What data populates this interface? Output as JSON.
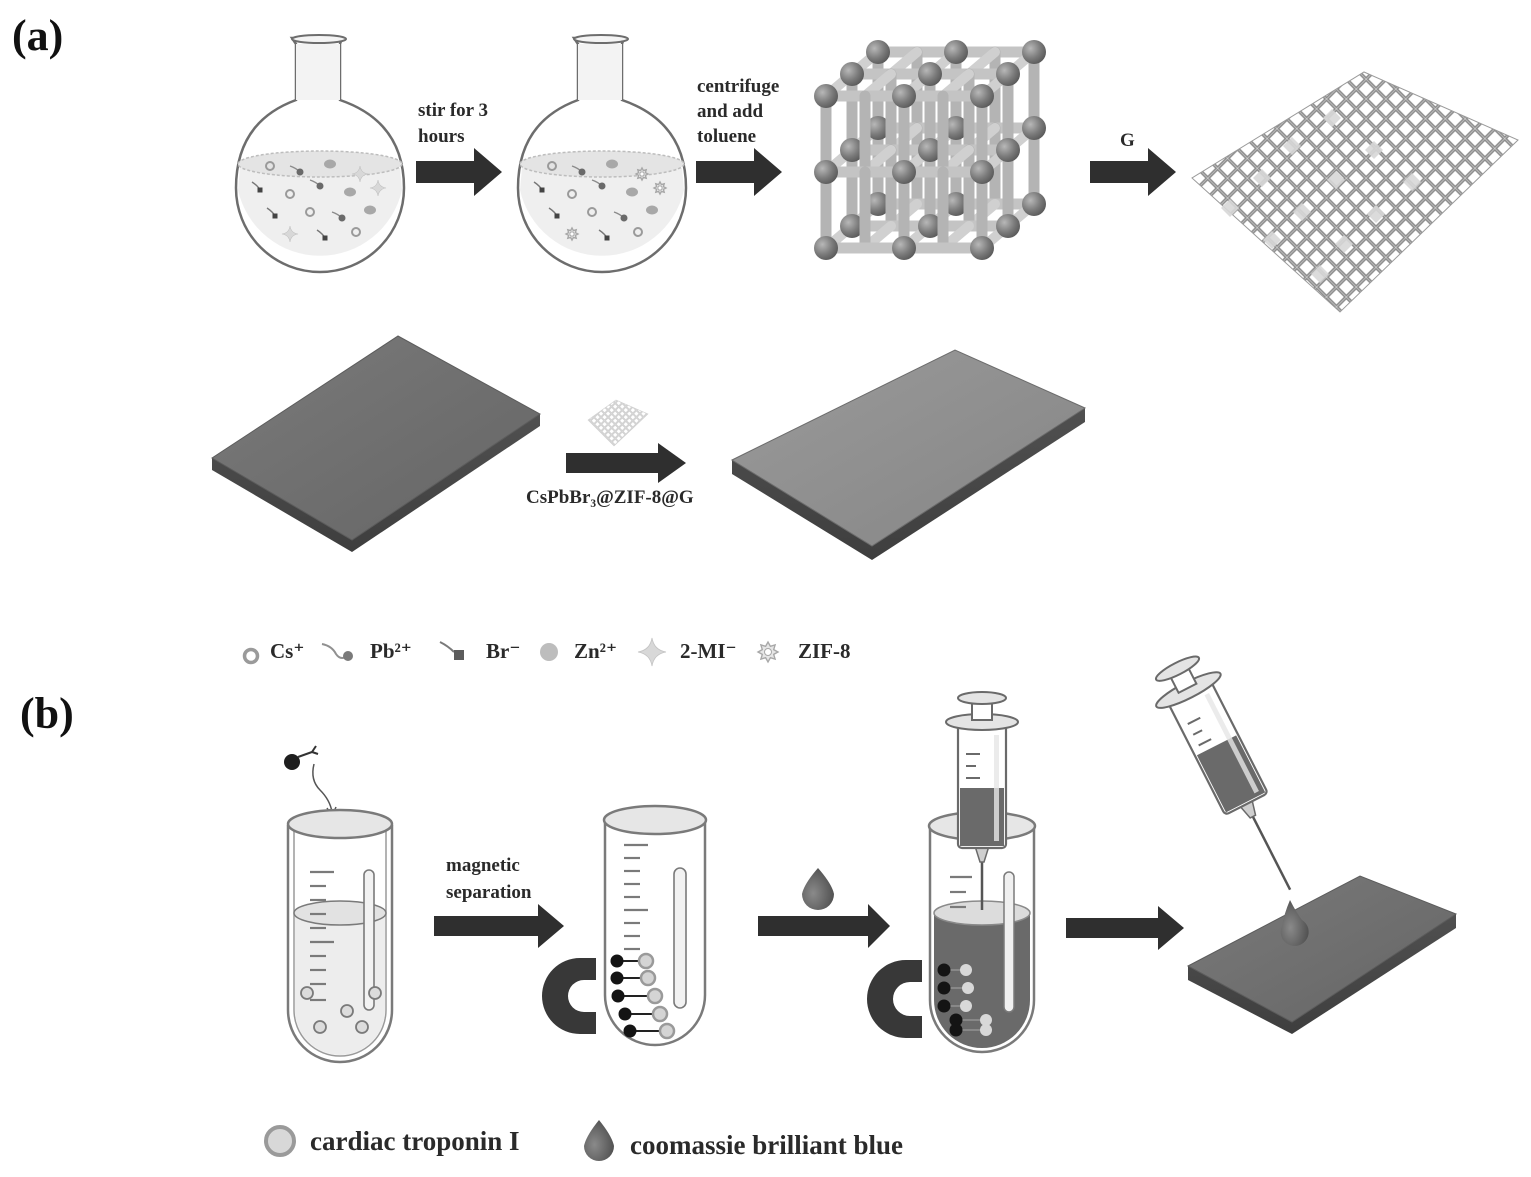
{
  "figure": {
    "panel_a": {
      "label": "(a)",
      "steps": {
        "stir": [
          "stir for 3",
          "hours"
        ],
        "centrifuge": [
          "centrifuge",
          "and add",
          "toluene"
        ],
        "graphene": "G",
        "deposit": "CsPbBr₃@ZIF-8@G"
      },
      "legend": [
        {
          "icon": "cs-ion-ring-icon",
          "label": "Cs⁺"
        },
        {
          "icon": "pb-ion-tail-icon",
          "label": "Pb²⁺"
        },
        {
          "icon": "br-ion-square-icon",
          "label": "Br⁻"
        },
        {
          "icon": "zn-ion-dot-icon",
          "label": "Zn²⁺"
        },
        {
          "icon": "2mi-star-icon",
          "label": "2-MI⁻"
        },
        {
          "icon": "zif8-gear-icon",
          "label": "ZIF-8"
        }
      ]
    },
    "panel_b": {
      "label": "(b)",
      "steps": {
        "magnetic": [
          "magnetic",
          "separation"
        ]
      },
      "legend": [
        {
          "icon": "troponin-ring-icon",
          "label": "cardiac troponin I"
        },
        {
          "icon": "dye-drop-icon",
          "label": "coomassie brilliant blue"
        }
      ]
    },
    "colors": {
      "arrow": "#2f2f2f",
      "slide_dark": "#6e6e6e",
      "slide_light": "#8d8d8d",
      "liquid_dark": "#6a6a6a",
      "glass_outline": "#7a7a7a",
      "magnet": "#383838"
    }
  }
}
